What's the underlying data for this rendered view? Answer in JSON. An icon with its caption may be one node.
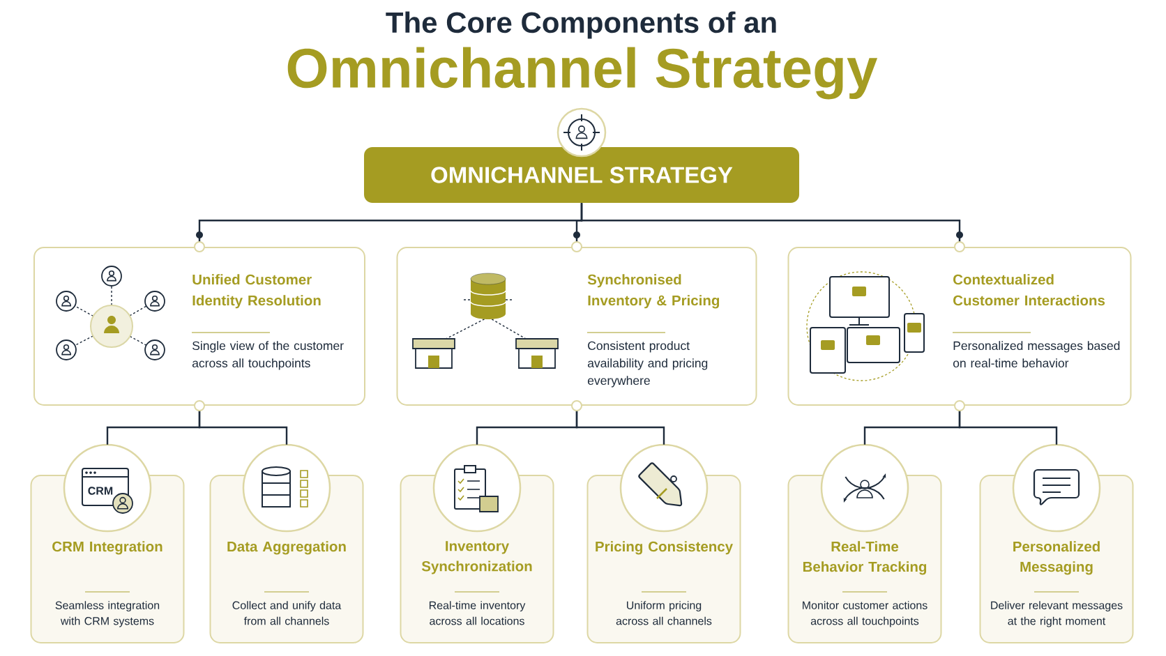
{
  "diagram": {
    "title": "The Core Components of an",
    "nodes": [
      {
        "text": [
          "OMNICHANNEL STRATEGY"
        ]
      },
      {
        "text": [
          "Unified Customer Identity Resolution",
          "Single view of the customer across all touchpoints"
        ]
      },
      {
        "text": [
          "Synchronised Inventory & Pricing",
          "Consistent product availability and pricing everywhere"
        ]
      },
      {
        "text": [
          "Contextualized Customer Interactions",
          "Personalized messages based on real-time behavior"
        ]
      },
      {
        "text": [
          "CRM Integration",
          "Seamless integration with CRM systems"
        ]
      },
      {
        "text": [
          "Data Aggregation",
          "Collect and unify data from all channels"
        ]
      },
      {
        "text": [
          "Inventory Synchronization",
          "Real-time inventory across all locations"
        ]
      },
      {
        "text": [
          "Pricing Consistency",
          "Uniform pricing across all channels"
        ]
      },
      {
        "text": [
          "Real-Time Behavior Tracking",
          "Monitor customer actions across all touchpoints"
        ]
      },
      {
        "text": [
          "Personalized Messaging",
          "Deliver relevant messages at the right moment"
        ]
      }
    ],
    "edges": [
      {
        "from": 0,
        "to": 1,
        "arrow": "none"
      },
      {
        "from": 0,
        "to": 2,
        "arrow": "none"
      },
      {
        "from": 0,
        "to": 3,
        "arrow": "none"
      },
      {
        "from": 1,
        "to": 4,
        "arrow": "none"
      },
      {
        "from": 1,
        "to": 5,
        "arrow": "none"
      },
      {
        "from": 2,
        "to": 6,
        "arrow": "none"
      },
      {
        "from": 2,
        "to": 7,
        "arrow": "none"
      },
      {
        "from": 3,
        "to": 8,
        "arrow": "none"
      },
      {
        "from": 3,
        "to": 9,
        "arrow": "none"
      }
    ],
    "labels": [
      "Omnichannel Strategy",
      "CRM"
    ]
  }
}
